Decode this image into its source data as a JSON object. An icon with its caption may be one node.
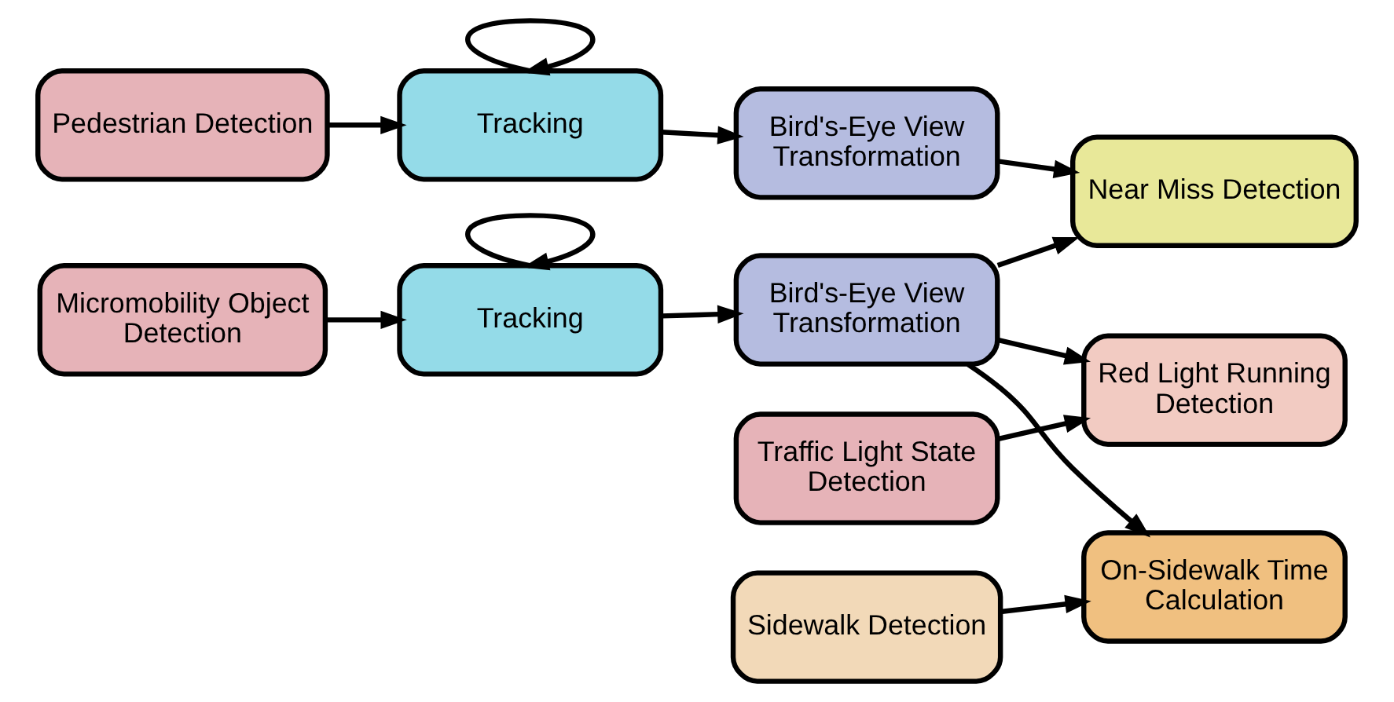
{
  "diagram": {
    "nodes": [
      {
        "text": [
          "Pedestrian Detection"
        ]
      },
      {
        "text": [
          "Tracking"
        ]
      },
      {
        "text": [
          "Bird's-Eye View Transformation"
        ]
      },
      {
        "text": [
          "Near Miss Detection"
        ]
      },
      {
        "text": [
          "Micromobility Object Detection"
        ]
      },
      {
        "text": [
          "Tracking"
        ]
      },
      {
        "text": [
          "Bird's-Eye View Transformation"
        ]
      },
      {
        "text": [
          "Traffic Light State Detection"
        ]
      },
      {
        "text": [
          "Red Light Running Detection"
        ]
      },
      {
        "text": [
          "Sidewalk Detection"
        ]
      },
      {
        "text": [
          "On-Sidewalk Time Calculation"
        ]
      }
    ],
    "edges": [
      {
        "from": 0,
        "to": 1,
        "arrow": "to"
      },
      {
        "from": 1,
        "to": 1,
        "arrow": "to"
      },
      {
        "from": 1,
        "to": 2,
        "arrow": "to"
      },
      {
        "from": 2,
        "to": 3,
        "arrow": "to"
      },
      {
        "from": 4,
        "to": 5,
        "arrow": "to"
      },
      {
        "from": 5,
        "to": 5,
        "arrow": "to"
      },
      {
        "from": 5,
        "to": 6,
        "arrow": "to"
      },
      {
        "from": 6,
        "to": 3,
        "arrow": "to"
      },
      {
        "from": 6,
        "to": 8,
        "arrow": "to"
      },
      {
        "from": 6,
        "to": 10,
        "arrow": "to"
      },
      {
        "from": 7,
        "to": 8,
        "arrow": "to"
      },
      {
        "from": 9,
        "to": 10,
        "arrow": "to"
      }
    ]
  }
}
